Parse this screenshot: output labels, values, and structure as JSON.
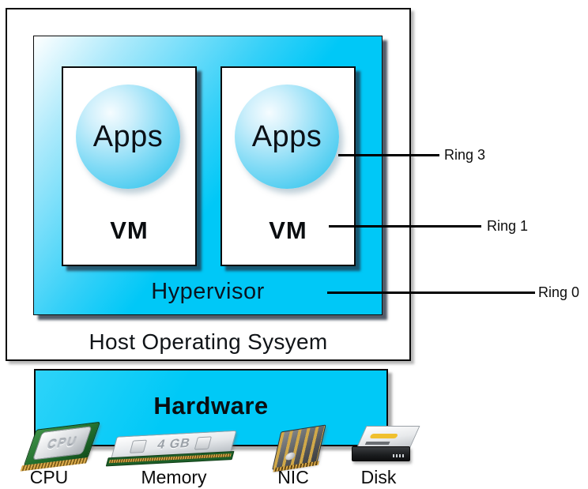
{
  "diagram": {
    "host_os": {
      "label": "Host Operating Sysyem"
    },
    "hypervisor": {
      "label": "Hypervisor"
    },
    "vms": [
      {
        "apps_label": "Apps",
        "vm_label": "VM"
      },
      {
        "apps_label": "Apps",
        "vm_label": "VM"
      }
    ],
    "rings": [
      {
        "label": "Ring 3",
        "points_to": "Apps"
      },
      {
        "label": "Ring 1",
        "points_to": "VM"
      },
      {
        "label": "Ring 0",
        "points_to": "Hypervisor"
      }
    ],
    "hardware": {
      "label": "Hardware",
      "components": [
        {
          "label": "CPU",
          "chip_text": "CPU"
        },
        {
          "label": "Memory",
          "chip_text": "4 GB"
        },
        {
          "label": "NIC"
        },
        {
          "label": "Disk"
        }
      ]
    },
    "colors": {
      "cyan": "#00c8f7",
      "box_border": "#0a0a0a",
      "shadow": "#20304a",
      "text": "#0b0f13"
    }
  }
}
